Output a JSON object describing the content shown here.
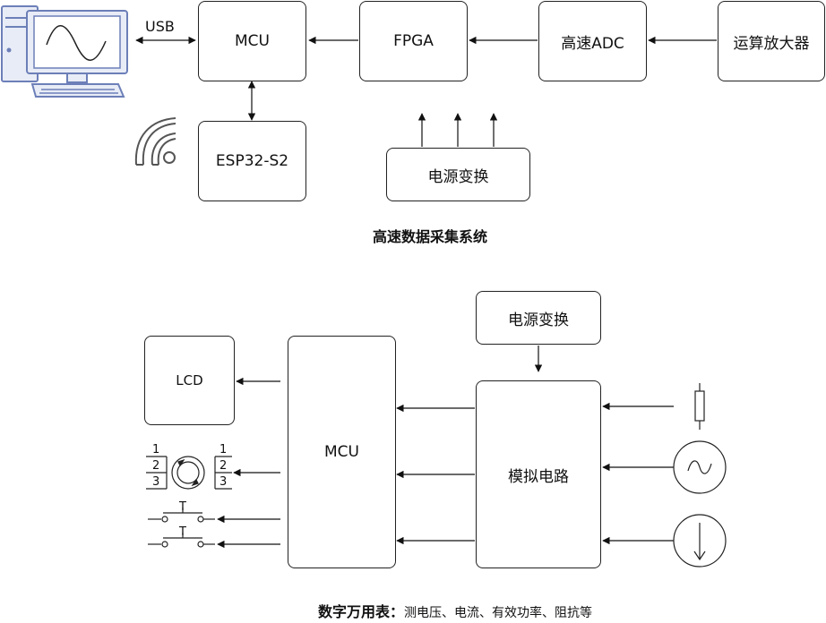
{
  "top_diagram": {
    "usb_label": "USB",
    "mcu_label": "MCU",
    "fpga_label": "FPGA",
    "adc_label": "高速ADC",
    "opamp_label": "运算放大器",
    "esp_label": "ESP32-S2",
    "power_label": "电源变换",
    "title": "高速数据采集系统"
  },
  "bottom_diagram": {
    "lcd_label": "LCD",
    "mcu_label": "MCU",
    "power_label": "电源变换",
    "analog_label": "模拟电路",
    "encoder_left_numbers": [
      "1",
      "2",
      "3"
    ],
    "encoder_right_numbers": [
      "1",
      "2",
      "3"
    ],
    "switch_marks": [
      "T",
      "T"
    ],
    "caption_lead": "数字万用表：",
    "caption_tail": "测电压、电流、有效功率、阻抗等"
  },
  "colors": {
    "computer_outline": "#6c7fb8",
    "computer_fill": "#e8ecf6",
    "line": "#222222"
  }
}
